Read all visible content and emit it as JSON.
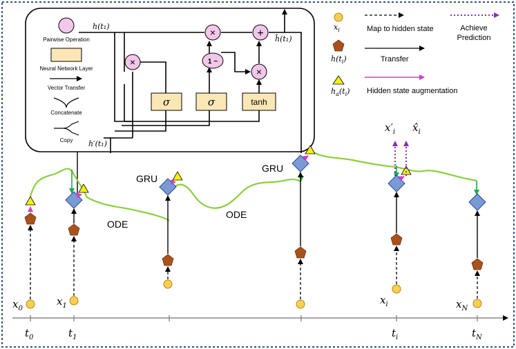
{
  "inset": {
    "h_t1": "h(t₁)",
    "h_prime_t1": "h′(t₁)",
    "h_hat_t1": "ĥ(t₁)",
    "legend_pairwise": "Pairwise Operation",
    "legend_nn": "Neural Network Layer",
    "legend_vector": "Vector Transfer",
    "legend_concat": "Concatenate",
    "legend_copy": "Copy",
    "op_times": "×",
    "op_plus": "+",
    "op_one_minus": "1 −",
    "sigma": "σ",
    "tanh": "tanh"
  },
  "legend": {
    "xi": "x",
    "xi_sub": "i",
    "h_ti": "h(t",
    "h_ti_sub": "i",
    "h_ti_close": ")",
    "ha_ti": "h",
    "ha_ti_sub": "a",
    "ha_ti_rest": "(t",
    "ha_ti_sub2": "i",
    "ha_ti_close": ")",
    "map_hidden": "Map to hidden state",
    "transfer": "Transfer",
    "achieve_1": "Achieve",
    "achieve_2": "Prediction",
    "augmentation": "Hidden state augmentation"
  },
  "main": {
    "gru_1": "GRU",
    "gru_2": "GRU",
    "ode_1": "ODE",
    "ode_2": "ODE",
    "x0": "x",
    "x0_sub": "0",
    "x1": "x",
    "x1_sub": "1",
    "xi": "x",
    "xi_sub": "i",
    "xN": "x",
    "xN_sub": "N",
    "xi_prime": "x′",
    "xi_prime_sub": "i",
    "xi_hat": "x̂",
    "xi_hat_sub": "i"
  },
  "axis": {
    "t0": "t",
    "t0_sub": "0",
    "t1": "t",
    "t1_sub": "1",
    "ti": "t",
    "ti_sub": "i",
    "tN": "t",
    "tN_sub": "N"
  },
  "colors": {
    "frame": "#2f4f8f",
    "circle_op": "#f2c7ea",
    "nn_layer": "#fbe7b6",
    "input": "#f7cf55",
    "hidden": "#a9521c",
    "augment": "#f5f011",
    "state": "#7a9ad6",
    "ode_line": "#8ccf3c",
    "pred": "#8a2bb8",
    "aug_arrow": "#d040c0",
    "green_arrow": "#1fa64a"
  }
}
